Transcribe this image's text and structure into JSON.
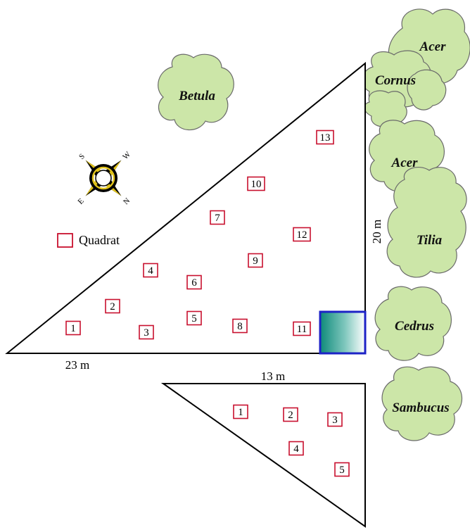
{
  "legend": {
    "label": "Quadrat"
  },
  "dimensions": {
    "base": "23 m",
    "height": "20 m",
    "small_top": "13 m"
  },
  "compass": {
    "letters": [
      "S",
      "W",
      "N",
      "E"
    ]
  },
  "trees": [
    "Acer",
    "Cornus",
    "Betula",
    "Acer",
    "Tilia",
    "Cedrus",
    "Sambucus"
  ],
  "large_plot_quadrats": [
    "1",
    "2",
    "3",
    "4",
    "5",
    "6",
    "7",
    "8",
    "9",
    "10",
    "11",
    "12",
    "13"
  ],
  "small_plot_quadrats": [
    "1",
    "2",
    "3",
    "4",
    "5"
  ],
  "colors": {
    "quadrat_border": "#c8102e",
    "tree_fill": "#cce6a8",
    "water_gradient_start": "#0e8a7a",
    "water_border": "#1d23c6"
  }
}
